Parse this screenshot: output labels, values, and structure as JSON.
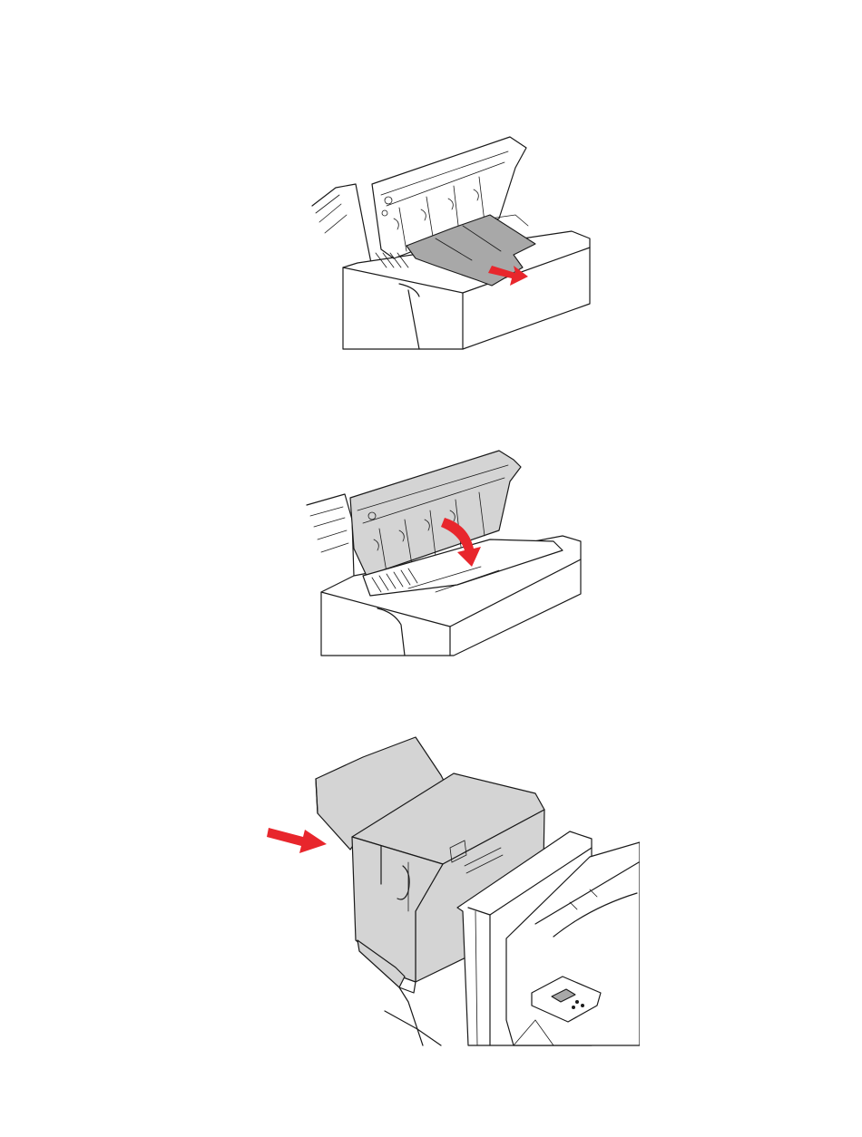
{
  "colors": {
    "background": "#ffffff",
    "outline": "#1a1a1a",
    "panel_gray": "#d4d4d4",
    "paper_gray": "#a8a8a8",
    "arrow_red": "#e8262c"
  },
  "figures": [
    {
      "name": "remove-jammed-paper",
      "arrow": "pull-out"
    },
    {
      "name": "close-top-cover",
      "arrow": "close-down"
    },
    {
      "name": "push-finisher-back",
      "arrow": "push-in"
    }
  ]
}
